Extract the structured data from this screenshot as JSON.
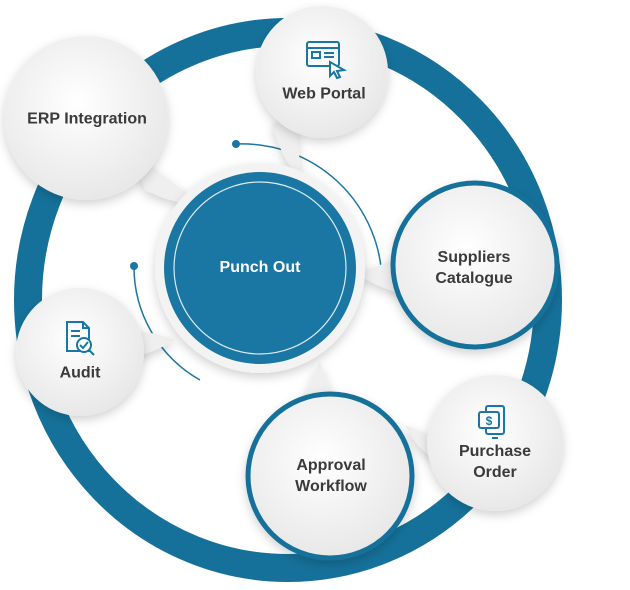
{
  "center": {
    "label": "Punch Out"
  },
  "nodes": {
    "erp": {
      "label": "ERP Integration"
    },
    "web_portal": {
      "label": "Web Portal",
      "icon": "web-portal-icon"
    },
    "suppliers": {
      "line1": "Suppliers",
      "line2": "Catalogue"
    },
    "purchase_order": {
      "line1": "Purchase",
      "line2": "Order",
      "icon": "purchase-order-icon"
    },
    "approval": {
      "line1": "Approval",
      "line2": "Workflow"
    },
    "audit": {
      "label": "Audit",
      "icon": "audit-document-icon"
    }
  },
  "colors": {
    "ring": "#15719a",
    "center_fill": "#1a76a3",
    "bubble_fill": "#f1f1f1",
    "text": "#3a3a3a",
    "icon": "#1a76a3"
  }
}
